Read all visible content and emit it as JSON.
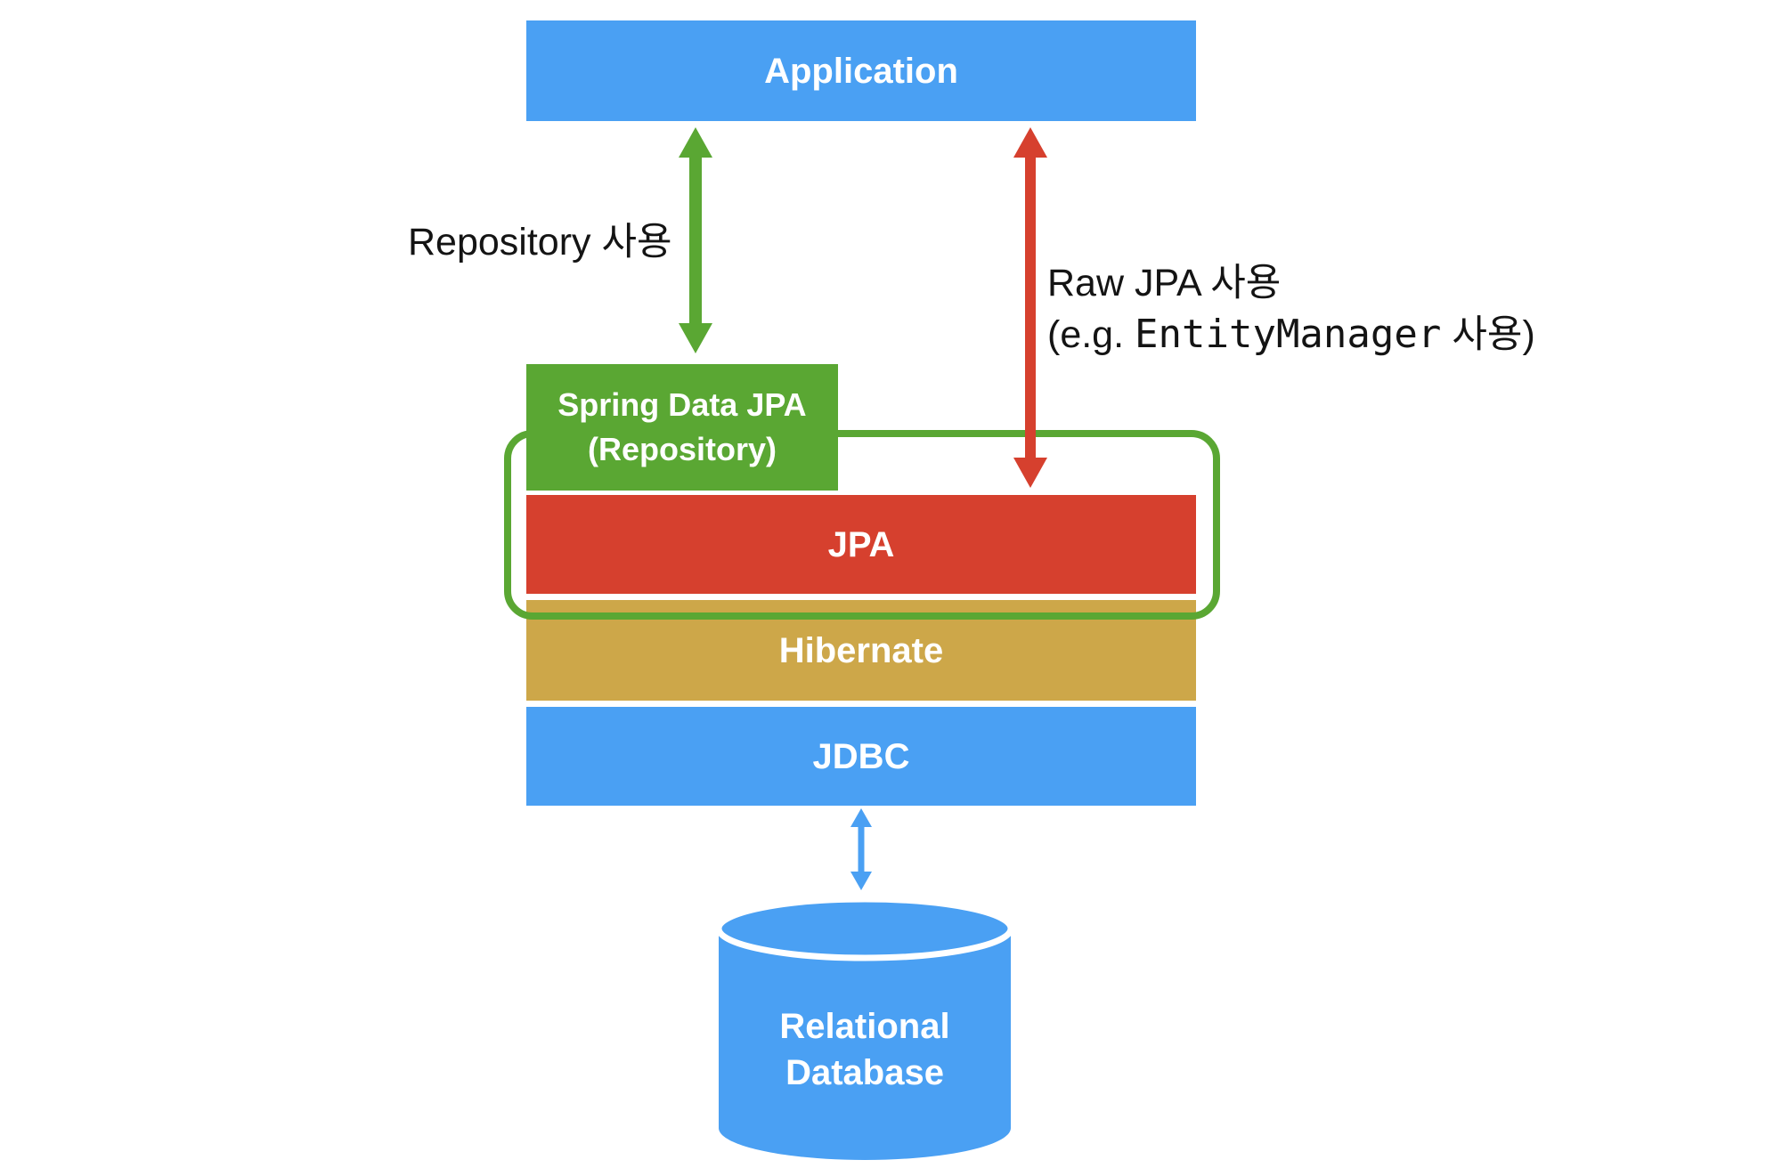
{
  "colors": {
    "blue": "#4AA0F3",
    "green": "#5AA733",
    "red": "#D6402E",
    "gold": "#CDA749"
  },
  "boxes": {
    "application": "Application",
    "spring_data_jpa": {
      "line1": "Spring Data JPA",
      "line2": "(Repository)"
    },
    "jpa": "JPA",
    "hibernate": "Hibernate",
    "jdbc": "JDBC"
  },
  "database": {
    "line1": "Relational",
    "line2": "Database"
  },
  "annotations": {
    "repository_usage": "Repository 사용",
    "raw_jpa": {
      "line1": "Raw JPA 사용",
      "line2_prefix": "(e.g. ",
      "line2_code": "EntityManager",
      "line2_suffix": " 사용)"
    }
  }
}
